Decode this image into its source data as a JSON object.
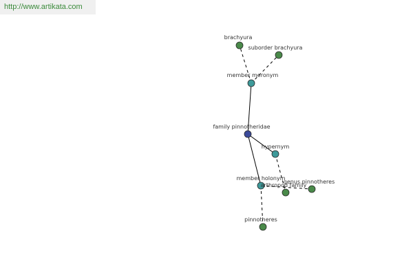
{
  "site_link": {
    "label": "http://www.artikata.com"
  },
  "colors": {
    "background": "#ffffff",
    "link_text": "#3a8a3a",
    "link_bg": "#f0f0f0",
    "edge": "#000000",
    "node_outline": "#2a2a2a",
    "focus_node": "#3b4a9a",
    "relation_node": "#3e9a9a",
    "term_node": "#4a8a4a"
  },
  "graph": {
    "nodes": [
      {
        "id": "family-pinnotheridae",
        "label": "family pinnotheridae",
        "kind": "focus"
      },
      {
        "id": "member-meronym",
        "label": "member meronym",
        "kind": "relation"
      },
      {
        "id": "hypernym",
        "label": "hypernym",
        "kind": "relation"
      },
      {
        "id": "member-holonym",
        "label": "member holonym",
        "kind": "relation"
      },
      {
        "id": "brachyura",
        "label": "brachyura",
        "kind": "term"
      },
      {
        "id": "suborder-brachyura",
        "label": "suborder brachyura",
        "kind": "term"
      },
      {
        "id": "arthropod-family",
        "label": "arthropod family",
        "kind": "term"
      },
      {
        "id": "genus-pinnotheres",
        "label": "genus pinnotheres",
        "kind": "term"
      },
      {
        "id": "pinnotheres",
        "label": "pinnotheres",
        "kind": "term"
      }
    ],
    "edges": [
      {
        "from": "family-pinnotheridae",
        "to": "member-meronym",
        "style": "solid"
      },
      {
        "from": "family-pinnotheridae",
        "to": "hypernym",
        "style": "solid"
      },
      {
        "from": "family-pinnotheridae",
        "to": "member-holonym",
        "style": "solid"
      },
      {
        "from": "member-meronym",
        "to": "brachyura",
        "style": "dashed"
      },
      {
        "from": "member-meronym",
        "to": "suborder-brachyura",
        "style": "dashed"
      },
      {
        "from": "hypernym",
        "to": "arthropod-family",
        "style": "dashed"
      },
      {
        "from": "member-holonym",
        "to": "genus-pinnotheres",
        "style": "dashed"
      },
      {
        "from": "member-holonym",
        "to": "pinnotheres",
        "style": "dashed"
      }
    ]
  }
}
